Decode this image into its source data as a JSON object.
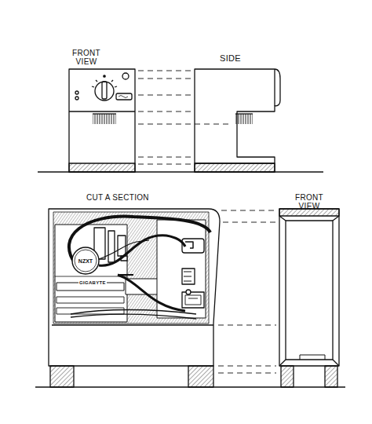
{
  "diagram": {
    "nodes": [
      {
        "text": [
          "NZXT"
        ]
      }
    ],
    "labels": [
      "FRONT VIEW",
      "SIDE",
      "CUT A SECTION",
      "FRONT VIEW",
      "GIGABYTE"
    ]
  }
}
